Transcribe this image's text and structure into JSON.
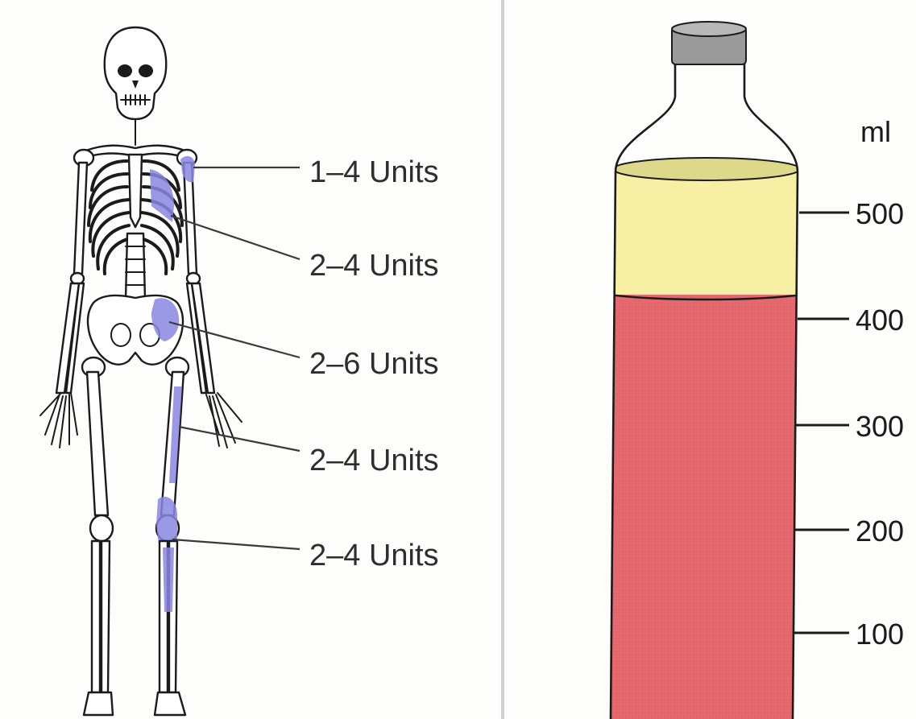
{
  "skeleton_figure": {
    "highlight_color": "#8a86e0",
    "callouts": [
      {
        "id": "shoulder",
        "text": "1–4 Units"
      },
      {
        "id": "ribs",
        "text": "2–4 Units"
      },
      {
        "id": "pelvis",
        "text": "2–6 Units"
      },
      {
        "id": "femur",
        "text": "2–4 Units"
      },
      {
        "id": "knee",
        "text": "2–4 Units"
      }
    ]
  },
  "bottle_figure": {
    "unit": "ml",
    "ticks": [
      {
        "value": 500,
        "label": "500"
      },
      {
        "value": 400,
        "label": "400"
      },
      {
        "value": 300,
        "label": "300"
      },
      {
        "value": 200,
        "label": "200"
      },
      {
        "value": 100,
        "label": "100"
      }
    ],
    "plasma_color": "#f7f0a4",
    "cells_color": "#e56a6f",
    "cap_color": "#9a9a9a"
  }
}
